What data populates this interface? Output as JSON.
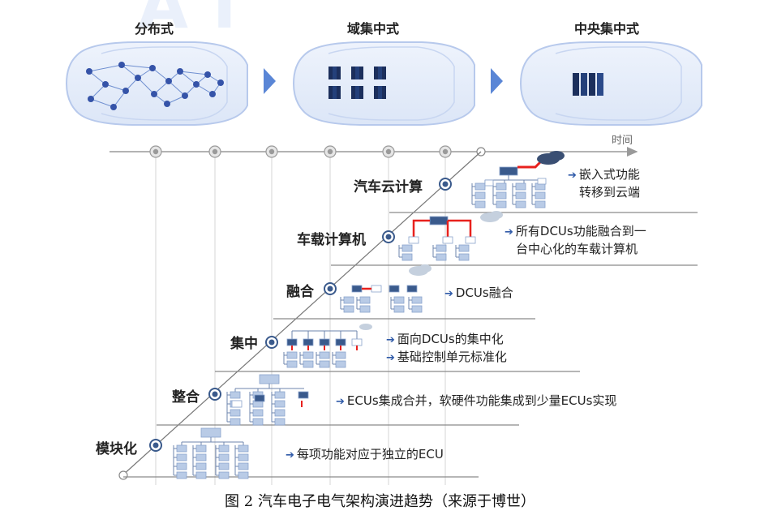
{
  "architectures": {
    "distributed": "分布式",
    "domain_centralized": "域集中式",
    "central_centralized": "中央集中式"
  },
  "timeline": {
    "axis_label": "时间"
  },
  "stages": [
    {
      "label": "模块化",
      "description": [
        "每项功能对应于独立的ECU"
      ]
    },
    {
      "label": "整合",
      "description": [
        "ECUs集成合并，软硬件功能集成到少量ECUs实现"
      ]
    },
    {
      "label": "集中",
      "description": [
        "面向DCUs的集中化",
        "基础控制单元标准化"
      ]
    },
    {
      "label": "融合",
      "description": [
        "DCUs融合"
      ]
    },
    {
      "label": "车载计算机",
      "description": [
        "所有DCUs功能融合到一",
        "台中心化的车载计算机"
      ]
    },
    {
      "label": "汽车云计算",
      "description": [
        "嵌入式功能",
        "转移到云端"
      ]
    }
  ],
  "caption": "图 2  汽车电子电气架构演进趋势（来源于博世）",
  "colors": {
    "accent_blue": "#2f5aa8",
    "node_dark": "#3a5a8c",
    "node_light": "#b9cbe6",
    "highlight_red": "#e8211d",
    "car_outline": "#b7c9ec",
    "timeline_gray": "#9a9a9a"
  }
}
